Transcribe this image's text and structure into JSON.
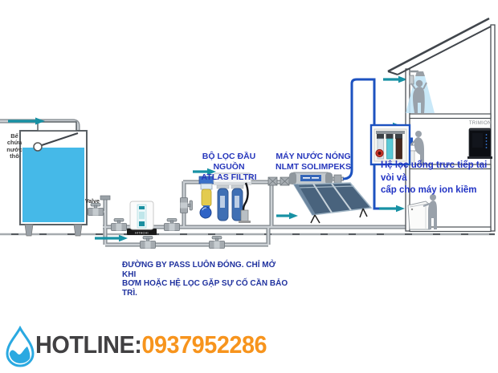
{
  "diagram": {
    "tank_label": "Bể chứa nước thô",
    "valve_label": "Valve",
    "pump_brand": "HITACHI",
    "prefilter_title_line1": "BỘ LỌC ĐẦU NGUỒN",
    "prefilter_title_line2": "ATLAS FILTRI",
    "solar_title_line1": "MÁY NƯỚC NÓNG",
    "solar_title_line2": "NLMT SOLIMPEKS",
    "direct_filter_note_line1": "Hệ lọc uống trực tiếp tại vòi và",
    "direct_filter_note_line2": "cấp cho máy ion kiềm",
    "bypass_note_line1": "ĐƯỜNG BY PASS LUÔN ĐÓNG. CHỈ MỞ KHI",
    "bypass_note_line2": "BƠM HOẶC HỆ LỌC GẶP SỰ CỐ CẦN BẢO",
    "bypass_note_line3": "TRÌ.",
    "ionizer_brand": "TRIMION"
  },
  "footer": {
    "hotline_label": "HOTLINE:",
    "hotline_number": "0937952286"
  },
  "colors": {
    "water_blue": "#45b9e8",
    "pipe_gray": "#8d9398",
    "pipe_blue": "#1d52c0",
    "arrow_teal": "#1791a4",
    "label_blue": "#2737bc",
    "note_navy": "#20329f",
    "hotline_orange": "#f7941d",
    "hotline_gray": "#414042",
    "logo_blue": "#2aa9e1"
  }
}
